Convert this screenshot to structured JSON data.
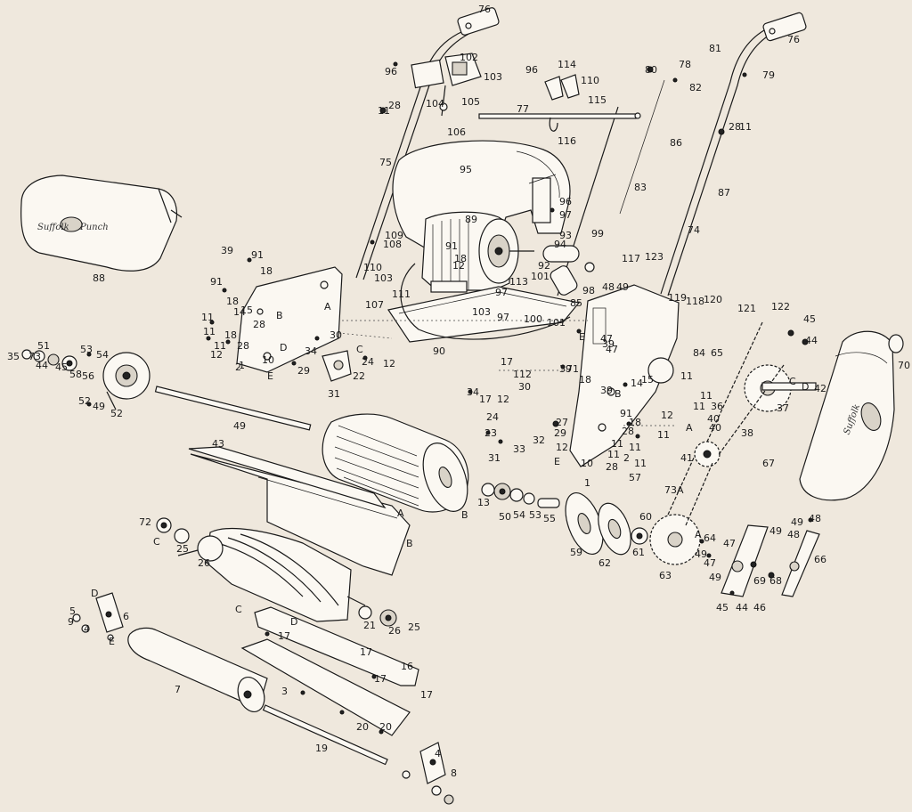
{
  "diagram": {
    "logo": {
      "brand_a": "Suffolk",
      "brand_b": "Punch"
    },
    "labels": [
      "76",
      "76",
      "102",
      "103",
      "96",
      "104",
      "105",
      "106",
      "77",
      "114",
      "110",
      "115",
      "96",
      "116",
      "81",
      "80",
      "78",
      "82",
      "79",
      "86",
      "11",
      "28",
      "28",
      "11",
      "75",
      "95",
      "83",
      "87",
      "74",
      "96",
      "97",
      "89",
      "91",
      "18",
      "12",
      "93",
      "94",
      "92",
      "99",
      "117",
      "123",
      "109",
      "108",
      "110",
      "103",
      "111",
      "107",
      "113",
      "101",
      "103",
      "97",
      "97",
      "100",
      "101",
      "85",
      "98",
      "90",
      "48",
      "49",
      "119",
      "118",
      "120",
      "121",
      "122",
      "45",
      "44",
      "88",
      "39",
      "91",
      "18",
      "91",
      "18",
      "14",
      "11",
      "15",
      "28",
      "11",
      "18",
      "11",
      "12",
      "28",
      "10",
      "2",
      "B",
      "A",
      "D",
      "E",
      "30",
      "34",
      "29",
      "31",
      "22",
      "C",
      "24",
      "12",
      "17",
      "112",
      "30",
      "34",
      "17",
      "12",
      "24",
      "23",
      "33",
      "31",
      "32",
      "27",
      "29",
      "12",
      "10",
      "1",
      "E",
      "47",
      "47",
      "71",
      "39",
      "84",
      "65",
      "39",
      "18",
      "39",
      "B",
      "15",
      "14",
      "91",
      "18",
      "28",
      "11",
      "11",
      "11",
      "28",
      "12",
      "11",
      "11",
      "36",
      "40",
      "40",
      "11",
      "11",
      "A",
      "C",
      "D",
      "42",
      "37",
      "38",
      "41",
      "73A",
      "35",
      "73",
      "44",
      "45",
      "58",
      "56",
      "53",
      "54",
      "52",
      "49",
      "52",
      "49",
      "51",
      "43",
      "A",
      "B",
      "B",
      "13",
      "50",
      "54",
      "53",
      "55",
      "57",
      "59",
      "62",
      "61",
      "60",
      "63",
      "A",
      "64",
      "49",
      "47",
      "47",
      "49",
      "69",
      "68",
      "45",
      "44",
      "46",
      "49",
      "48",
      "49",
      "48",
      "66",
      "67",
      "70",
      "72",
      "C",
      "25",
      "26",
      "21",
      "26",
      "25",
      "C",
      "D",
      "17",
      "17",
      "16",
      "17",
      "17",
      "D",
      "9",
      "5",
      "4",
      "6",
      "E",
      "7",
      "3",
      "20",
      "20",
      "19",
      "4",
      "8",
      "E",
      "1",
      "2",
      "11",
      "12"
    ]
  }
}
